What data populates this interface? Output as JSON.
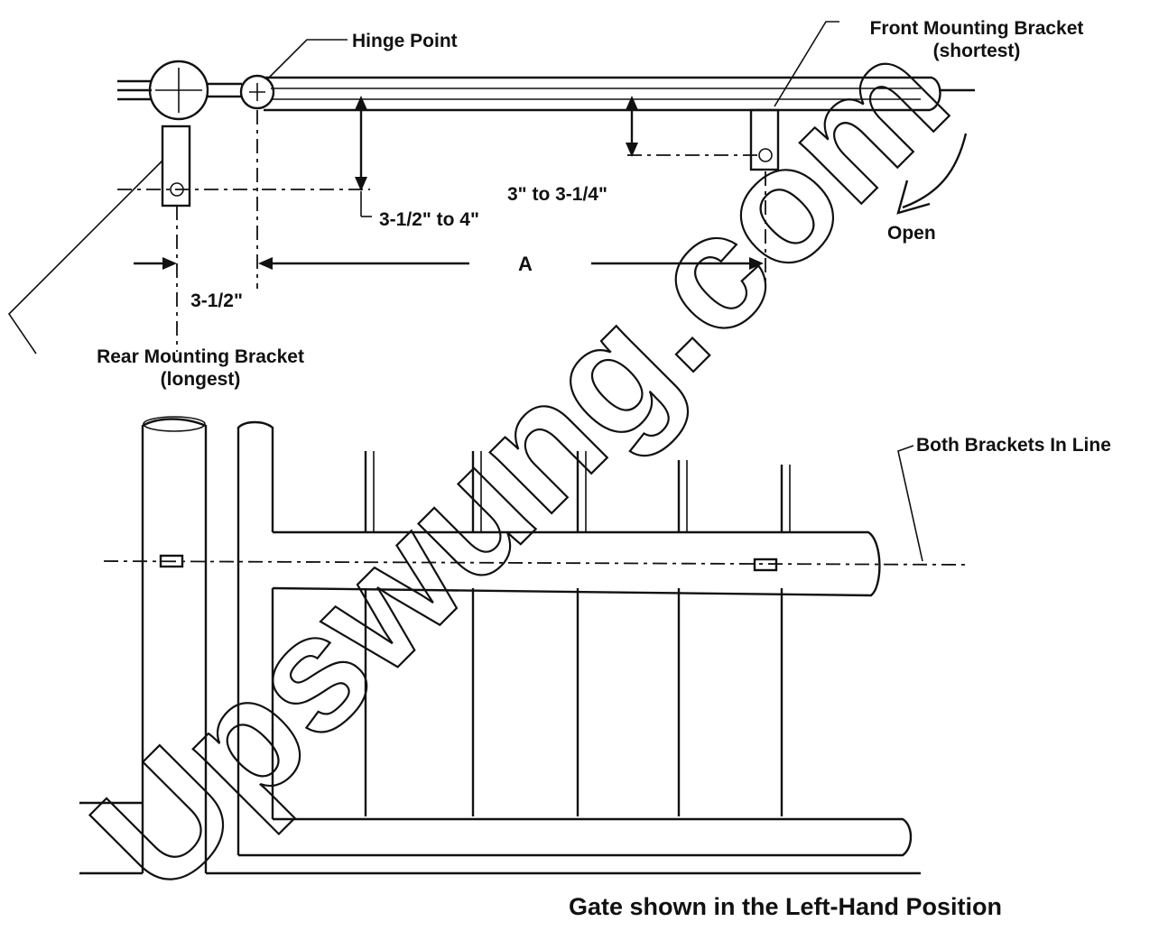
{
  "labels": {
    "hinge_point": "Hinge Point",
    "front_bracket_line1": "Front Mounting Bracket",
    "front_bracket_line2": "(shortest)",
    "rear_bracket_line1": "Rear Mounting Bracket",
    "rear_bracket_line2": "(longest)",
    "dim_rear_drop": "3-1/2\" to 4\"",
    "dim_front_drop": "3\" to 3-1/4\"",
    "dim_offset": "3-1/2\"",
    "dim_a": "A",
    "open": "Open",
    "both_brackets": "Both Brackets In Line",
    "caption": "Gate shown in the Left-Hand Position"
  },
  "watermark": "Upswung.com"
}
